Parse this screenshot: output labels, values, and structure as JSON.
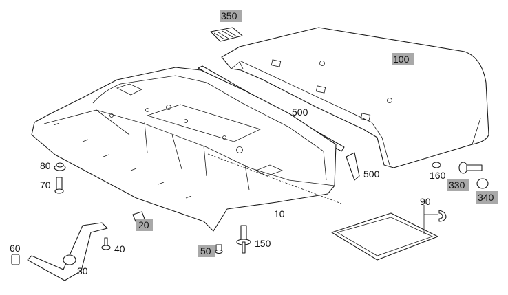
{
  "callouts": {
    "c10": "10",
    "c20": "20",
    "c30": "30",
    "c40": "40",
    "c50": "50",
    "c60": "60",
    "c70": "70",
    "c80": "80",
    "c90": "90",
    "c100": "100",
    "c150": "150",
    "c160": "160",
    "c330": "330",
    "c340": "340",
    "c350": "350",
    "c500a": "500",
    "c500b": "500"
  },
  "highlight_color": "#a9a9a9"
}
